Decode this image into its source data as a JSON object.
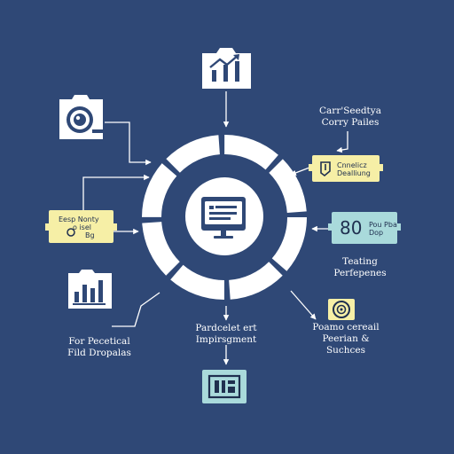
{
  "colors": {
    "background": "#2f4876",
    "ring": "#ffffff",
    "accent_yellow": "#f6efa6",
    "accent_teal": "#a9dadb",
    "ink": "#1f2f4f"
  },
  "center": {
    "icon": "monitor-icon"
  },
  "nodes": {
    "top": {
      "icon": "bar-chart-up-icon"
    },
    "top_left": {
      "icon": "camera-lens-icon"
    },
    "bottom_left": {
      "icon": "bar-chart-icon",
      "label_line1": "For Pecetical",
      "label_line2": "Fild Dropalas"
    },
    "bottom": {
      "icon": "film-frame-icon",
      "label_line1": "Pardcelet ert",
      "label_line2": "Impirsgment"
    },
    "top_right": {
      "label_line1": "Carr'Seedtya",
      "label_line2": "Corry Pailes"
    },
    "right": {
      "label_line1": "Teating",
      "label_line2": "Perfepenes"
    },
    "bottom_right": {
      "icon": "target-icon",
      "label_line1": "Poamo cereail",
      "label_line2": "Peerian &",
      "label_line3": "Suchces"
    }
  },
  "cards": {
    "left": {
      "line1": "Eesp Nonty",
      "line2": "o  isel",
      "line3": "Bg"
    },
    "right_yellow": {
      "icon": "bulb-icon",
      "line1": "Cnnelicz",
      "line2": "Dealliung"
    },
    "right_teal": {
      "big": "80",
      "line1": "Pou Pba",
      "line2": "Dop"
    }
  }
}
